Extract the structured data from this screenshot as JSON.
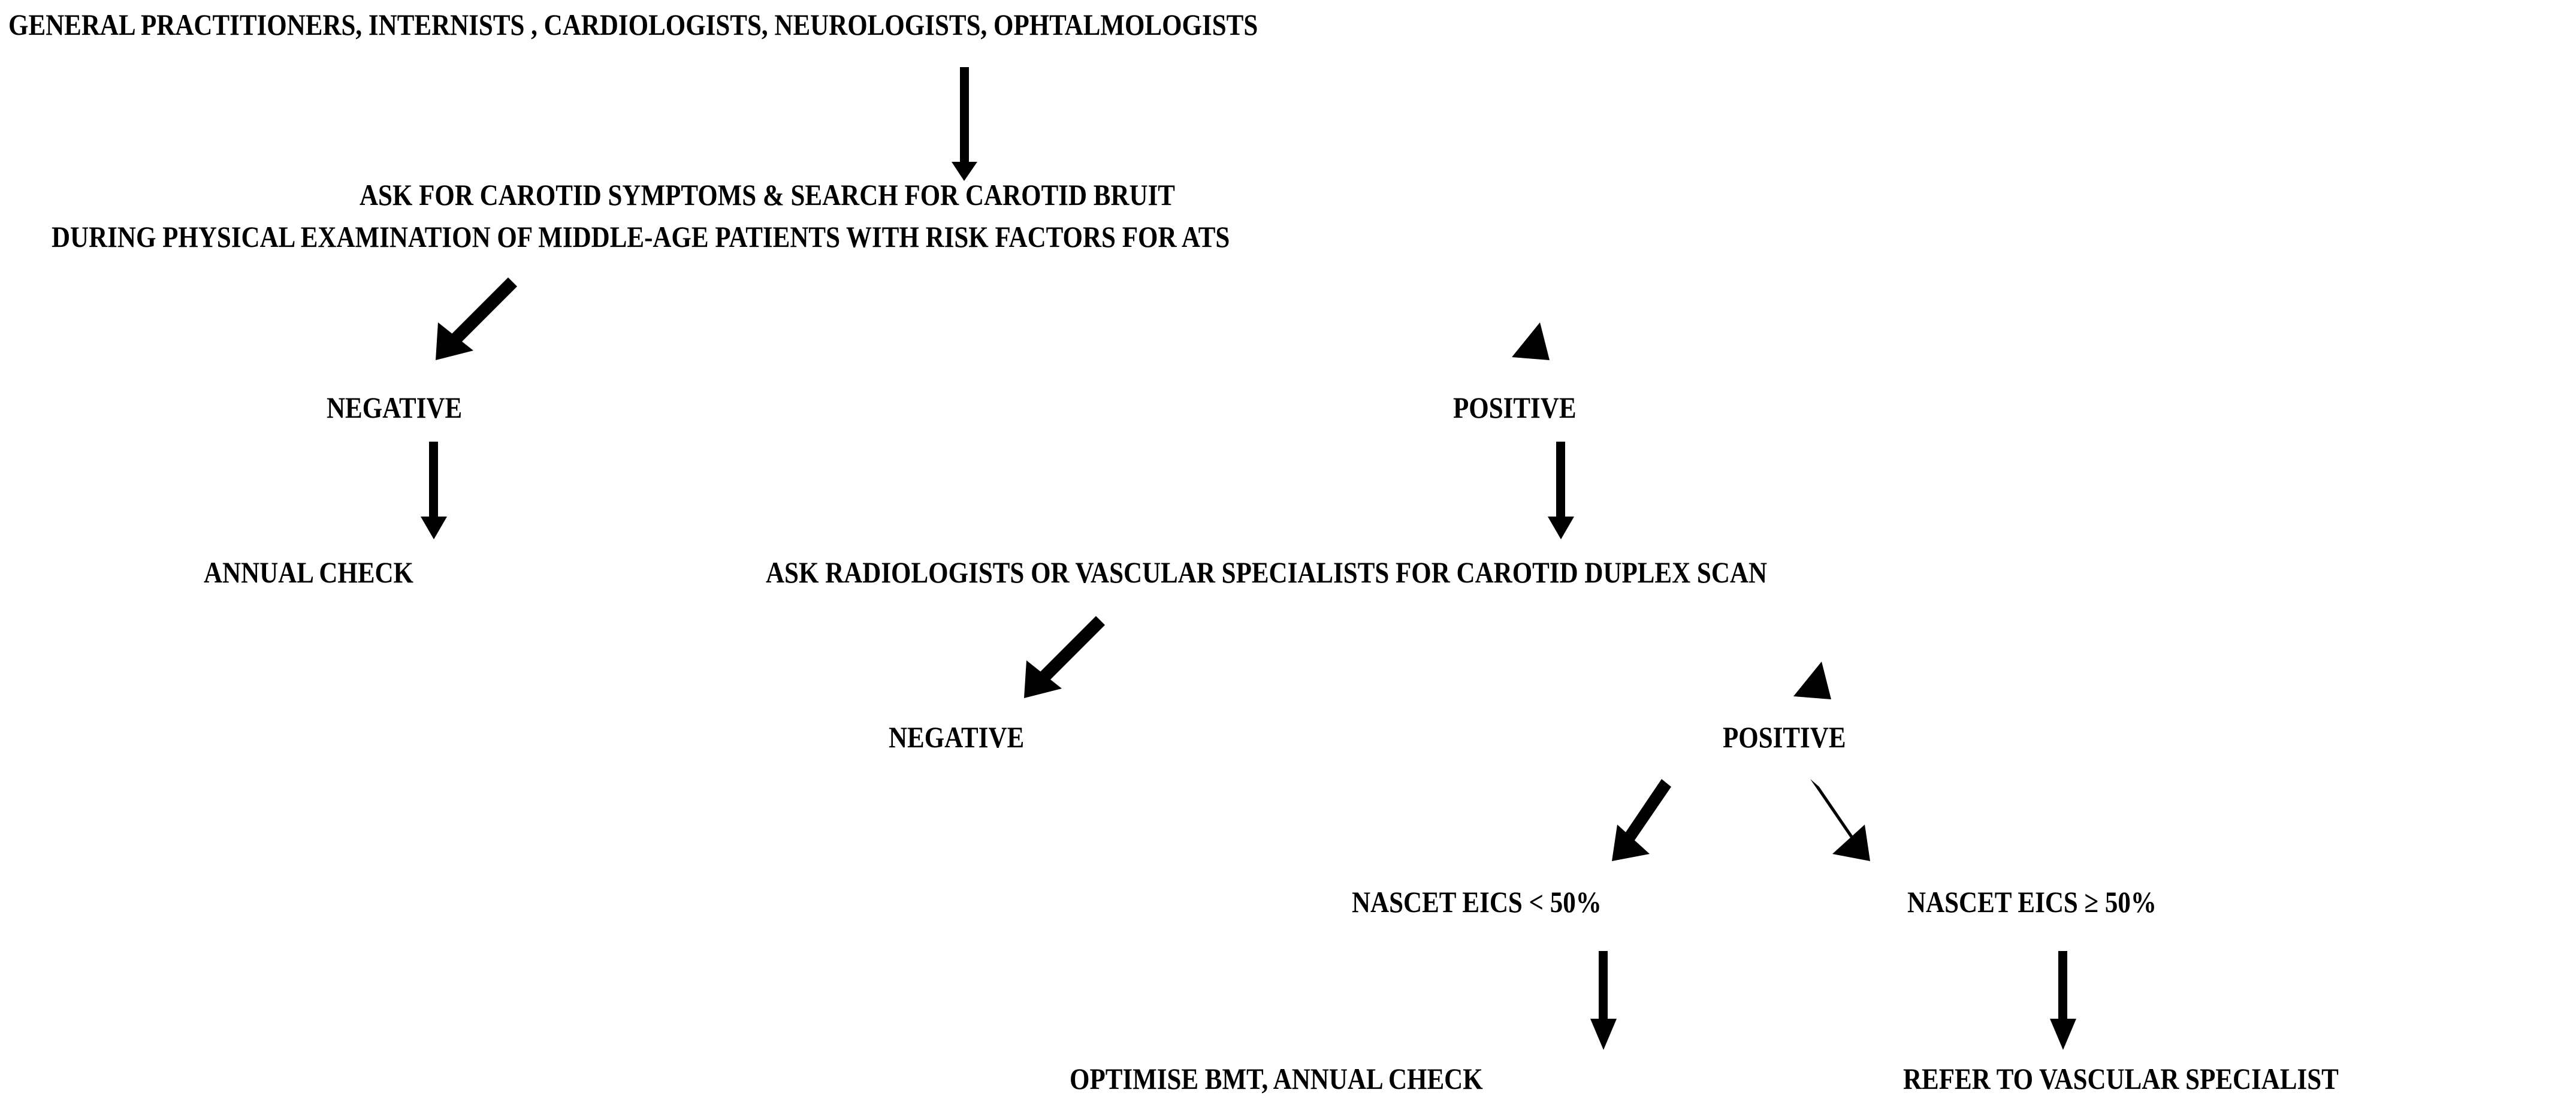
{
  "diagram": {
    "title": "Carotid stenosis screening decision flowchart",
    "background_color": "#ffffff",
    "ink_color": "#000000",
    "nodes": {
      "root": "GENERAL PRACTITIONERS, INTERNISTS , CARDIOLOGISTS, NEUROLOGISTS, OPHTALMOLOGISTS",
      "ask_line1": "ASK FOR CAROTID SYMPTOMS & SEARCH FOR CAROTID BRUIT",
      "ask_line2": "DURING PHYSICAL EXAMINATION OF MIDDLE-AGE PATIENTS WITH RISK FACTORS FOR ATS",
      "exam_negative": "NEGATIVE",
      "exam_positive": "POSITIVE",
      "annual_check": "ANNUAL CHECK",
      "ask_radiologists": "ASK RADIOLOGISTS OR VASCULAR SPECIALISTS FOR CAROTID DUPLEX SCAN",
      "scan_negative": "NEGATIVE",
      "scan_positive": "POSITIVE",
      "nascet_low": "NASCET EICS < 50%",
      "nascet_high": "NASCET EICS ≥ 50%",
      "optimise_bmt": "OPTIMISE BMT, ANNUAL CHECK",
      "refer_specialist": "REFER TO VASCULAR SPECIALIST"
    },
    "edges": [
      {
        "id": "root-to-ask",
        "from": "root",
        "to": "ask_line1",
        "direction": "down"
      },
      {
        "id": "ask-to-negative",
        "from": "ask_line2",
        "to": "exam_negative",
        "direction": "down-left"
      },
      {
        "id": "ask-to-positive",
        "from": "ask_line2",
        "to": "exam_positive",
        "direction": "down-right"
      },
      {
        "id": "negative-to-annual",
        "from": "exam_negative",
        "to": "annual_check",
        "direction": "down"
      },
      {
        "id": "positive-to-duplex",
        "from": "exam_positive",
        "to": "ask_radiologists",
        "direction": "down"
      },
      {
        "id": "duplex-to-negative",
        "from": "ask_radiologists",
        "to": "scan_negative",
        "direction": "down-left"
      },
      {
        "id": "duplex-to-positive",
        "from": "ask_radiologists",
        "to": "scan_positive",
        "direction": "down-right"
      },
      {
        "id": "positive-to-nascet-low",
        "from": "scan_positive",
        "to": "nascet_low",
        "direction": "down-left"
      },
      {
        "id": "positive-to-nascet-high",
        "from": "scan_positive",
        "to": "nascet_high",
        "direction": "down-right"
      },
      {
        "id": "low-to-bmt",
        "from": "nascet_low",
        "to": "optimise_bmt",
        "direction": "down"
      },
      {
        "id": "high-to-refer",
        "from": "nascet_high",
        "to": "refer_specialist",
        "direction": "down"
      }
    ]
  }
}
